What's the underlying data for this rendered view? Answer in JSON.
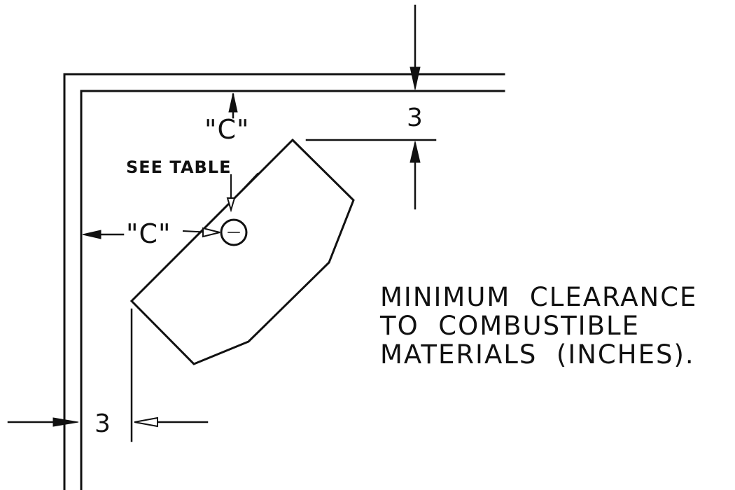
{
  "diagram": {
    "labels": {
      "clearance_top": "\"C\"",
      "see_table": "SEE TABLE",
      "clearance_left": "\"C\"",
      "dim_top": "3",
      "dim_bottom": "3"
    },
    "caption": {
      "line1": "MINIMUM  CLEARANCE",
      "line2": "TO  COMBUSTIBLE",
      "line3": "MATERIALS  (INCHES)."
    },
    "colors": {
      "line": "#111111",
      "background": "#ffffff"
    }
  }
}
